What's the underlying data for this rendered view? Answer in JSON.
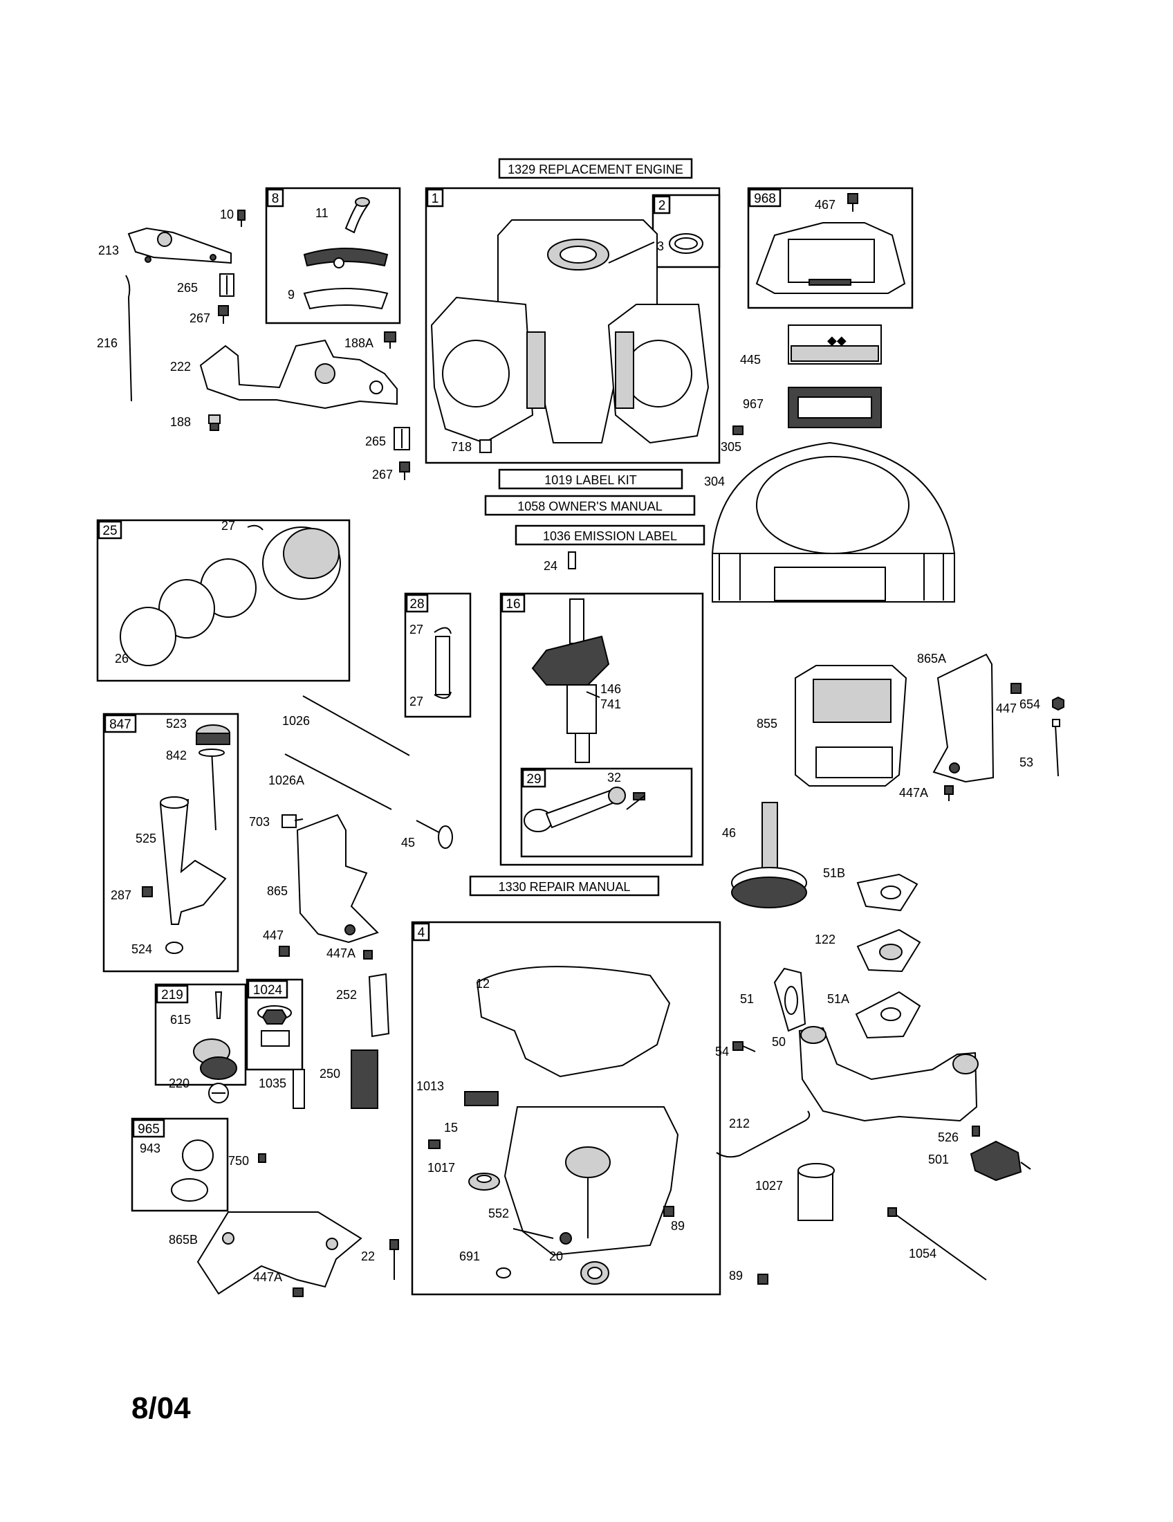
{
  "boxed_labels": {
    "replacement_engine": "1329 REPLACEMENT ENGINE",
    "label_kit": "1019 LABEL KIT",
    "owners_manual": "1058 OWNER'S MANUAL",
    "emission_label": "1036 EMISSION LABEL",
    "repair_manual": "1330 REPAIR MANUAL"
  },
  "group_boxes": {
    "b8": "8",
    "b1": "1",
    "b2": "2",
    "b968": "968",
    "b25": "25",
    "b28": "28",
    "b16": "16",
    "b29": "29",
    "b847": "847",
    "b219": "219",
    "b1024": "1024",
    "b965": "965",
    "b4": "4"
  },
  "part_numbers": {
    "p10": "10",
    "p213": "213",
    "p265a": "265",
    "p267a": "267",
    "p216": "216",
    "p188a": "188A",
    "p222": "222",
    "p188": "188",
    "p11": "11",
    "p9": "9",
    "p3": "3",
    "p718": "718",
    "p265b": "265",
    "p267b": "267",
    "p467": "467",
    "p445": "445",
    "p967": "967",
    "p305": "305",
    "p304": "304",
    "p27a": "27",
    "p26": "26",
    "p27b": "27",
    "p27c": "27",
    "p24": "24",
    "p146": "146",
    "p741": "741",
    "p32": "32",
    "p865a": "865A",
    "p855": "855",
    "p447a": "447",
    "p654": "654",
    "p53": "53",
    "p447aa": "447A",
    "p1026": "1026",
    "p1026a": "1026A",
    "p703": "703",
    "p45": "45",
    "p523": "523",
    "p842": "842",
    "p525": "525",
    "p287": "287",
    "p524": "524",
    "p865": "865",
    "p447b": "447",
    "p447ab": "447A",
    "p46": "46",
    "p51b": "51B",
    "p122": "122",
    "p12": "12",
    "p252": "252",
    "p615": "615",
    "p220": "220",
    "p1035": "1035",
    "p250": "250",
    "p1013": "1013",
    "p15": "15",
    "p1017": "1017",
    "p552": "552",
    "p89a": "89",
    "p691": "691",
    "p20": "20",
    "p22": "22",
    "p943": "943",
    "p750": "750",
    "p865b": "865B",
    "p447ac": "447A",
    "p51": "51",
    "p51a": "51A",
    "p54": "54",
    "p50": "50",
    "p212": "212",
    "p526": "526",
    "p501": "501",
    "p1027": "1027",
    "p1054": "1054",
    "p89b": "89"
  },
  "footer": {
    "date_code": "8/04"
  }
}
